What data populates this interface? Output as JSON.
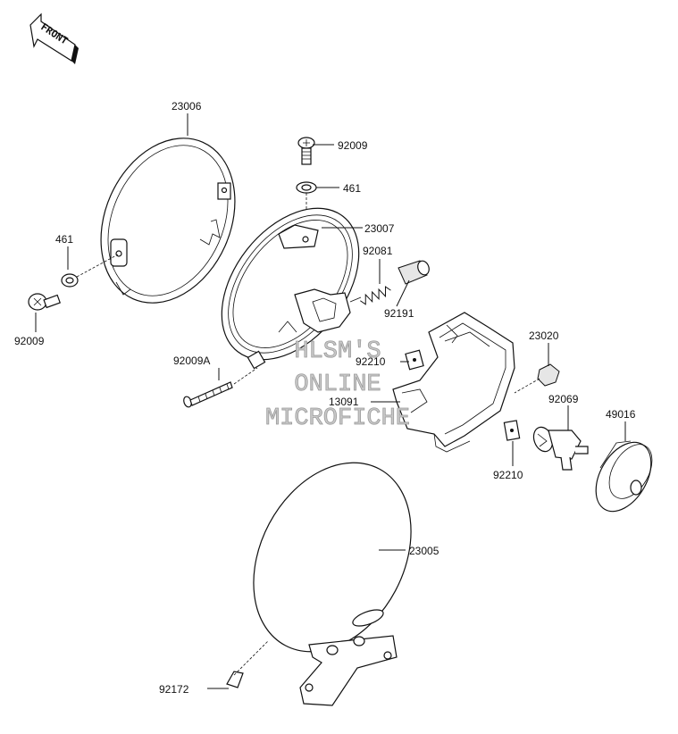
{
  "front_arrow_text": "FRONT",
  "watermark": {
    "line1": "HLSM'S",
    "line2": "ONLINE",
    "line3": "MICROFICHE"
  },
  "labels": {
    "rim": "23006",
    "rim_screw": "92009",
    "rim_washer": "461",
    "screw_top": "92009",
    "washer_top": "461",
    "inner_rim": "23007",
    "spring": "92081",
    "collar": "92191",
    "adjust_screw": "92009A",
    "clip_upper": "92210",
    "bracket": "13091",
    "nut": "23020",
    "bulb": "92069",
    "socket_cover": "49016",
    "clip_lower": "92210",
    "housing": "23005",
    "housing_screw": "92172"
  }
}
